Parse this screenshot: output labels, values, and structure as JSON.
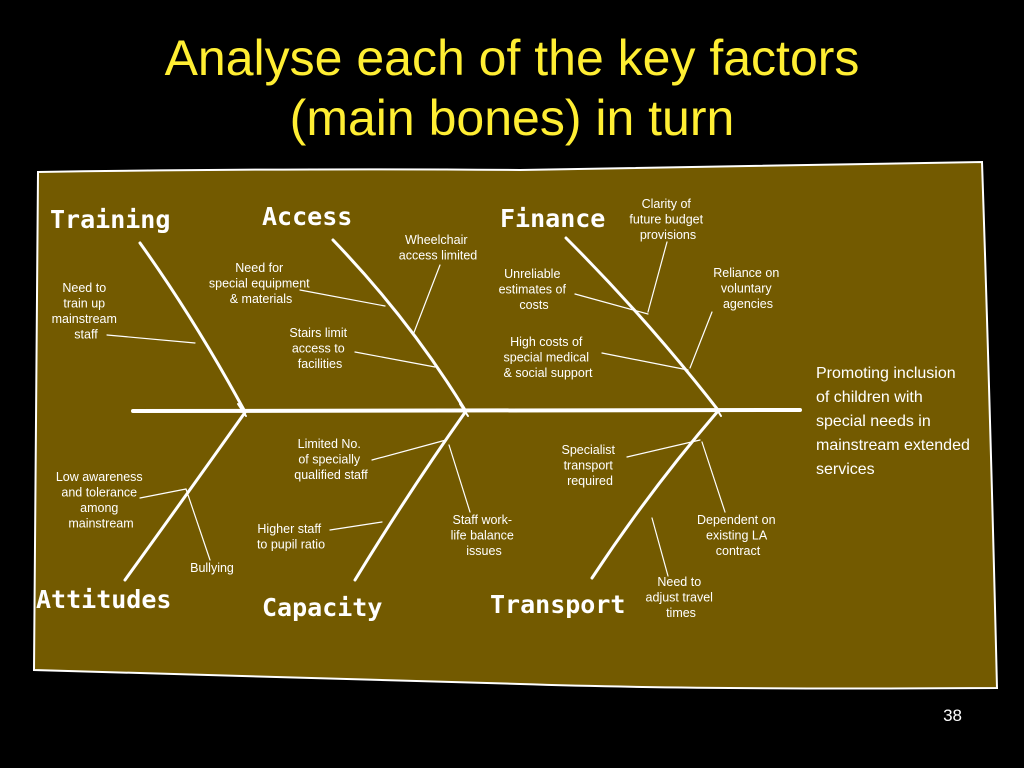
{
  "slide": {
    "title_line1": "Analyse each of the key factors",
    "title_line2": "(main bones) in turn",
    "page_number": "38",
    "effect_lines": [
      "Promoting inclusion",
      "of children with",
      "special needs in",
      "mainstream extended",
      "services"
    ]
  },
  "colors": {
    "title": "#ffee33",
    "board": "#735a00",
    "lines": "#ffffff"
  },
  "categories": {
    "training": "Training",
    "access": "Access",
    "finance": "Finance",
    "attitudes": "Attitudes",
    "capacity": "Capacity",
    "transport": "Transport"
  },
  "causes": {
    "training_staff": [
      "Need to",
      "train up",
      "mainstream",
      "staff"
    ],
    "access_equipment": [
      "Need for",
      "special equipment",
      "& materials"
    ],
    "access_wheelchair": [
      "Wheelchair",
      "access limited"
    ],
    "access_stairs": [
      "Stairs limit",
      "access to",
      "facilities"
    ],
    "finance_clarity": [
      "Clarity of",
      "future budget",
      "provisions"
    ],
    "finance_estimates": [
      "Unreliable",
      "estimates of",
      "costs"
    ],
    "finance_voluntary": [
      "Reliance on",
      "voluntary",
      "agencies"
    ],
    "finance_high_costs": [
      "High costs of",
      "special medical",
      "& social support"
    ],
    "attitudes_awareness": [
      "Low awareness",
      "and tolerance",
      "among",
      "mainstream"
    ],
    "attitudes_bullying": [
      "Bullying"
    ],
    "capacity_limited": [
      "Limited No.",
      "of specially",
      "qualified staff"
    ],
    "capacity_ratio": [
      "Higher staff",
      "to pupil ratio"
    ],
    "capacity_worklife": [
      "Staff work-",
      "life balance",
      "issues"
    ],
    "transport_specialist": [
      "Specialist",
      "transport",
      "required"
    ],
    "transport_la": [
      "Dependent on",
      "existing LA",
      "contract"
    ],
    "transport_travel": [
      "Need to",
      "adjust travel",
      "times"
    ]
  }
}
